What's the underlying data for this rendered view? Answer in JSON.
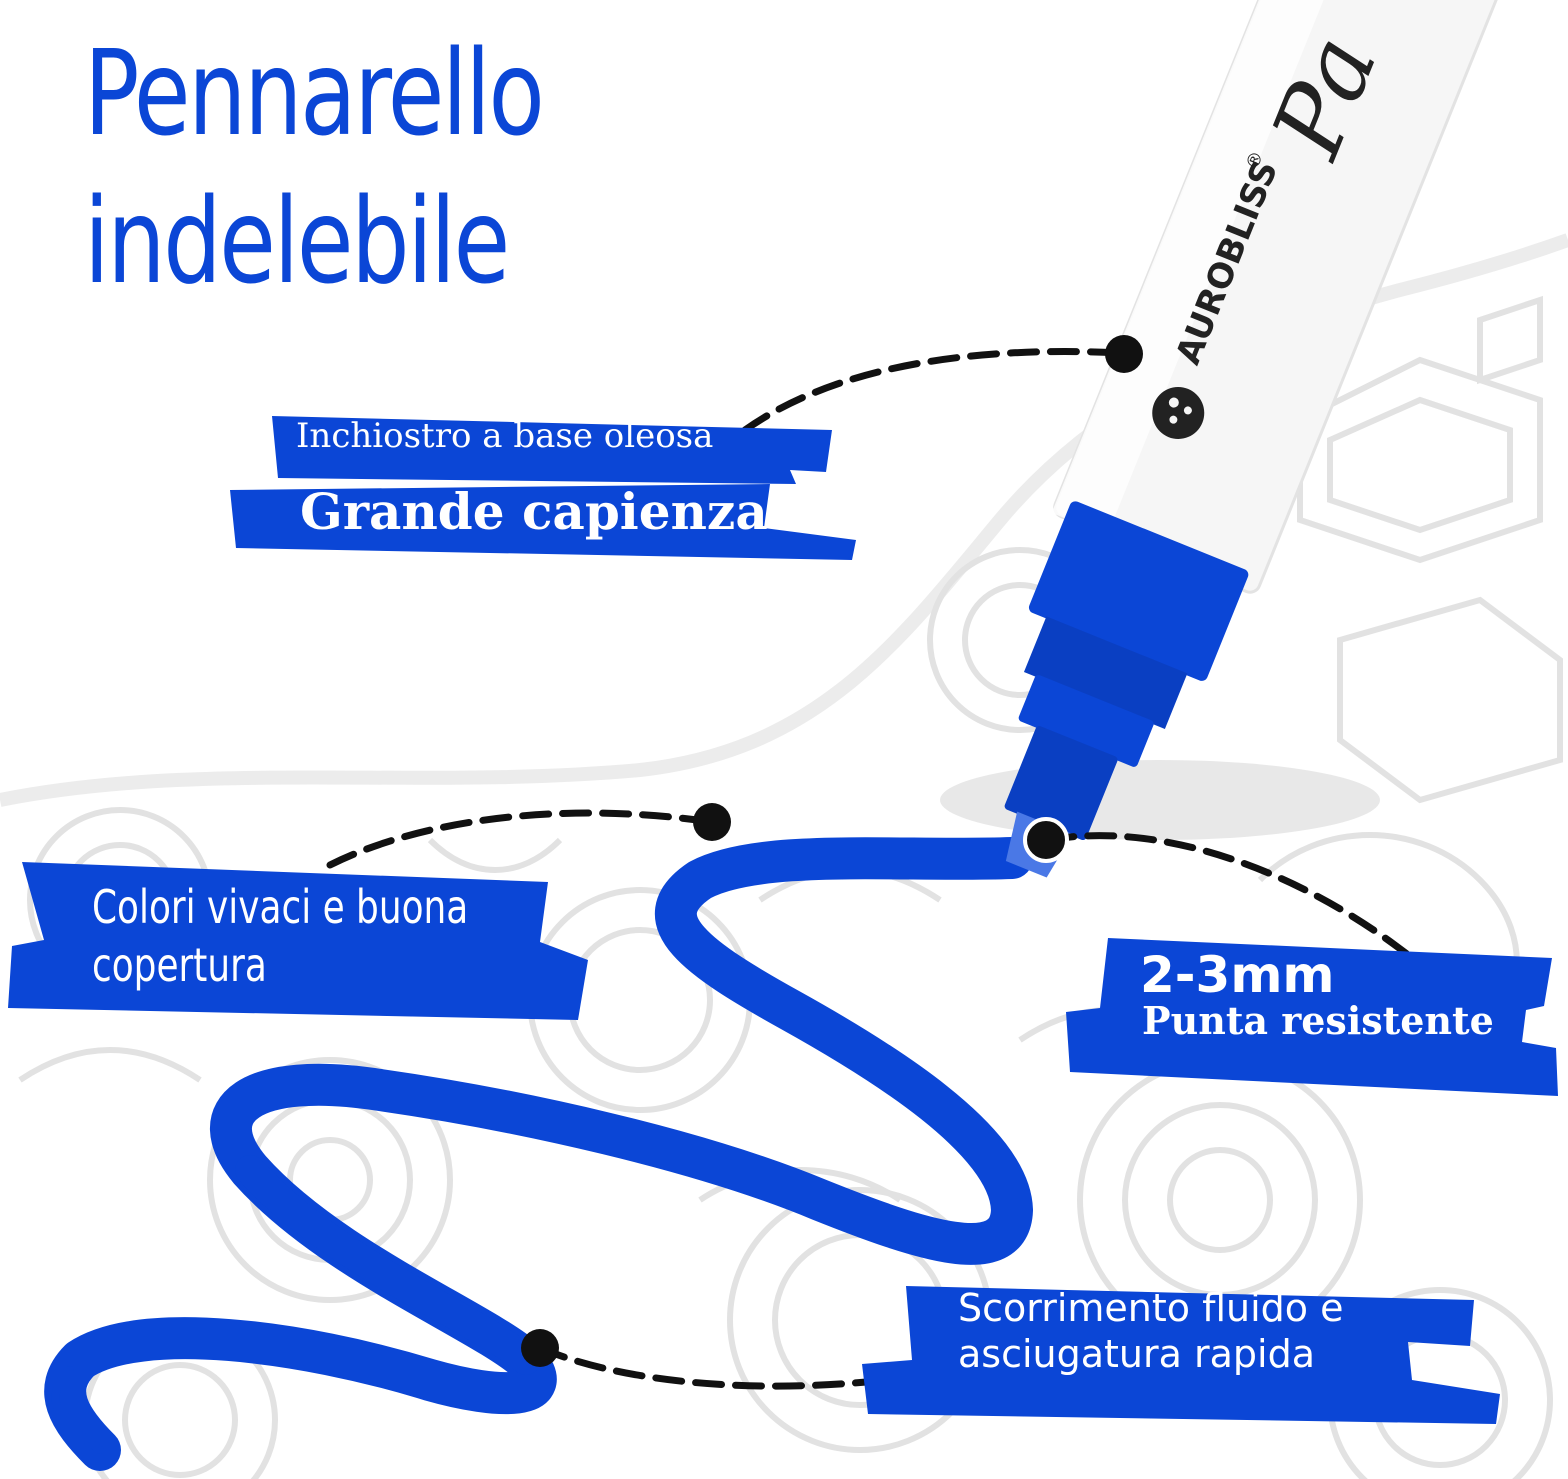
{
  "title": {
    "line1": "Pennarello",
    "line2": "indelebile"
  },
  "colors": {
    "brand_blue": "#0b46d6",
    "background": "#ffffff",
    "pattern_gray": "#e6e6e6",
    "marker_body": "#f6f6f6"
  },
  "marker": {
    "brand": "AUROBLISS",
    "registered_mark": "®",
    "script_text": "Pa",
    "logo_icon": "palette-icon"
  },
  "features": {
    "ink": "Inchiostro a base oleosa",
    "capacity": "Grande capienza",
    "colors_line1": "Colori vivaci e buona",
    "colors_line2": "copertura",
    "tip_size": "2-3mm",
    "tip_label": "Punta resistente",
    "flow_line1": "Scorrimento fluido e",
    "flow_line2": "asciugatura rapida"
  }
}
